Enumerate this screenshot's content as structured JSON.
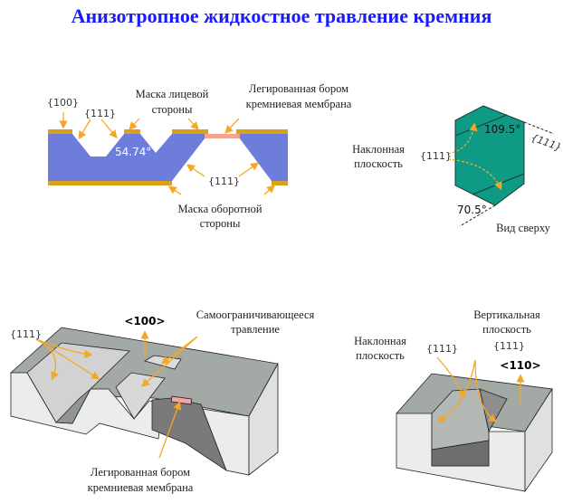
{
  "title": "Анизотропное жидкостное травление кремния",
  "colors": {
    "title": "#1a1aff",
    "silicon_cross_section": "#6e7ddc",
    "mask": "#d9a21b",
    "boron_membrane": "#f4a48c",
    "top_view": "#0f9a86",
    "arrow": "#f5a623",
    "block_top": "#a3aaa5",
    "block_side": "#ececec"
  },
  "cross_section": {
    "label_100": "{100}",
    "label_111_top": "{111}",
    "angle": "54.74°",
    "front_mask_line1": "Маска лицевой",
    "front_mask_line2": "стороны",
    "membrane_line1": "Легированная бором",
    "membrane_line2": "кремниевая  мембрана",
    "label_111_bottom": "{111}",
    "back_mask_line1": "Маска оборотной",
    "back_mask_line2": "стороны"
  },
  "top_view": {
    "angle_top": "109.5°",
    "angle_bottom": "70.5°",
    "label_111_right": "{111}",
    "label_111_left": "{111}",
    "inclined_line1": "Наклонная",
    "inclined_line2": "плоскость",
    "caption": "Вид сверху"
  },
  "block_100": {
    "label_111": "{111}",
    "direction": "<100>",
    "self_limit_line1": "Самоограничивающееся",
    "self_limit_line2": "травление",
    "membrane_line1": "Легированная бором",
    "membrane_line2": "кремниевая  мембрана"
  },
  "block_110": {
    "vertical_line1": "Вертикальная",
    "vertical_line2": "плоскость",
    "inclined_line1": "Наклонная",
    "inclined_line2": "плоскость",
    "label_111_left": "{111}",
    "label_111_right": "{111}",
    "direction": "<110>"
  }
}
